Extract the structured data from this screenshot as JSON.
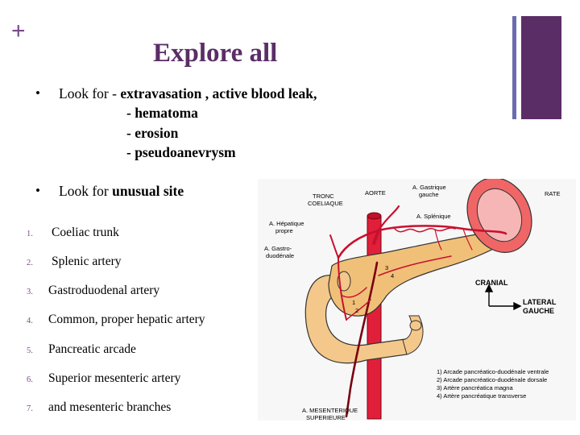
{
  "slide": {
    "title": "Explore all",
    "bullet1": {
      "lead": "Look for  - ",
      "bold": "extravasation , active blood leak,",
      "subs": [
        "- hematoma",
        "- erosion",
        "- pseudoanevrysm"
      ]
    },
    "bullet2": {
      "lead": "Look for ",
      "bold": "unusual site"
    },
    "list": [
      {
        "num": "1.",
        "text": "Coeliac trunk"
      },
      {
        "num": "2.",
        "text": "Splenic artery"
      },
      {
        "num": "3.",
        "text": "Gastroduodenal artery"
      },
      {
        "num": "4.",
        "text": "Common, proper hepatic artery"
      },
      {
        "num": "5.",
        "text": "Pancreatic arcade"
      },
      {
        "num": "6.",
        "text": "Superior mesenteric artery"
      },
      {
        "num": "7.",
        "text": "and mesenteric branches"
      }
    ]
  },
  "diagram": {
    "labels": {
      "tronc": [
        "TRONC",
        "COELIAQUE"
      ],
      "aorte": "AORTE",
      "gastrique": [
        "A. Gastrique",
        "gauche"
      ],
      "rate": "RATE",
      "hepatique": [
        "A. Hépatique",
        "propre"
      ],
      "splenique": "A. Splénique",
      "gastroduodenale": [
        "A. Gastro-",
        "duodénale"
      ],
      "cranial": "CRANIAL",
      "lateral": [
        "LATERAL",
        "GAUCHE"
      ],
      "mesenterique": [
        "A. MESENTERIQUE",
        "SUPERIEURE"
      ]
    },
    "numbers": [
      "1",
      "2",
      "3",
      "4"
    ],
    "legend": [
      "1) Arcade pancréatico-duodénale ventrale",
      "2) Arcade pancréatico-duodénale dorsale",
      "3) Artère pancréatica magna",
      "4) Artère pancréatique transverse"
    ]
  }
}
